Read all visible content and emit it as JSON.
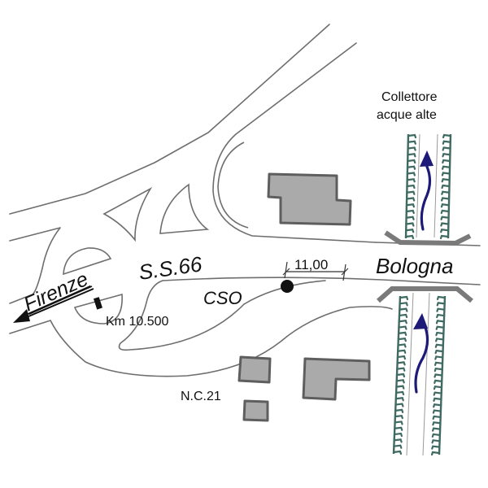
{
  "map": {
    "road_name": "S.S.66",
    "destination_west": "Firenze",
    "destination_east": "Bologna",
    "kilometer_marker": "Km 10.500",
    "outfall_label": "CSO",
    "dimension_label": "11,00",
    "building_label": "N.C.21",
    "canal_label_line1": "Collettore",
    "canal_label_line2": "acque alte"
  },
  "colors": {
    "road_outline": "#6e6e6e",
    "building_fill": "#aaaaaa",
    "building_outline": "#5e5e5e",
    "canal_bank": "#3f6a62",
    "flow_arrow": "#1e1a78",
    "outfall_point": "#111111"
  }
}
